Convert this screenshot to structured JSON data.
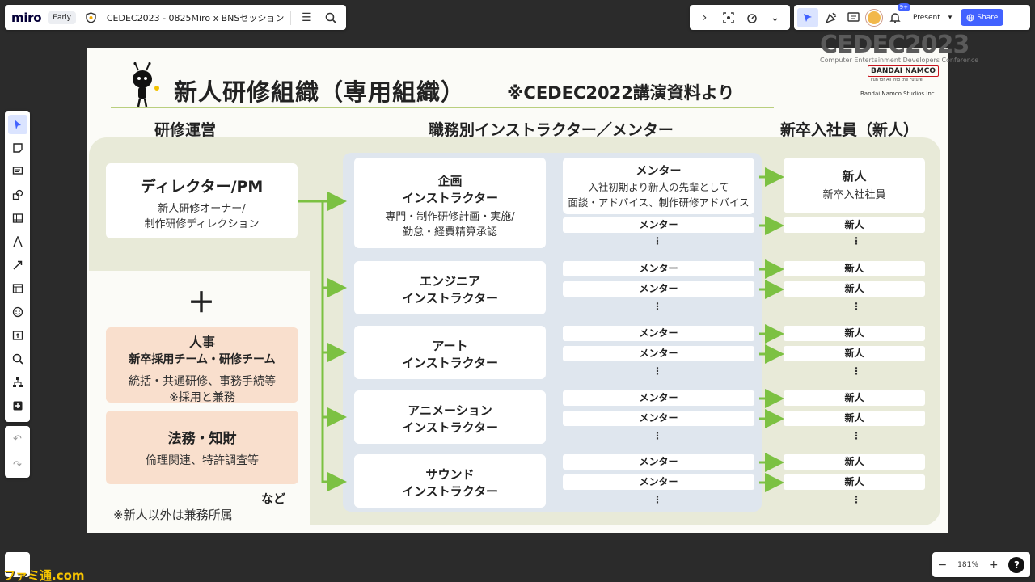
{
  "app": {
    "logo": "miro",
    "plan": "Early",
    "board_title": "CEDEC2023 - 0825Miro x BNSセッション"
  },
  "toolbar": {
    "notification_count": "9+",
    "present_label": "Present",
    "share_label": "Share"
  },
  "left_tools": [
    "select-icon",
    "sticky-note-icon",
    "comment-icon",
    "shapes-icon",
    "table-icon",
    "pen-icon",
    "connector-icon",
    "frame-icon",
    "emoji-icon",
    "upload-icon",
    "search-zoom-icon",
    "mindmap-icon",
    "more-apps-icon"
  ],
  "zoom": {
    "level": "181%",
    "minus": "−",
    "plus": "+",
    "help": "?"
  },
  "overlay": {
    "cedec_logo": "CEDEC2023",
    "cedec_sub": "Computer Entertainment Developers Conference",
    "watermark": "ファミ通.com"
  },
  "slide": {
    "title": "新人研修組織（専用組織）",
    "subtitle": "※CEDEC2022講演資料より",
    "brand": "BANDAI NAMCO",
    "brand_tagline": "Fun for All into the Future",
    "studio": "Bandai Namco Studios Inc.",
    "col_heads": {
      "left": "研修運営",
      "mid": "職務別インストラクター／メンター",
      "right": "新卒入社員（新人）"
    },
    "director": {
      "title": "ディレクター/PM",
      "line1": "新人研修オーナー/",
      "line2": "制作研修ディレクション"
    },
    "plus": "＋",
    "hr": {
      "title": "人事",
      "sub": "新卒採用チーム・研修チーム",
      "line1": "統括・共通研修、事務手続等",
      "line2": "※採用と兼務"
    },
    "legal": {
      "title": "法務・知財",
      "line1": "倫理関連、特許調査等"
    },
    "nado": "など",
    "footnote": "※新人以外は兼務所属",
    "planning": {
      "title1": "企画",
      "title2": "インストラクター",
      "line1": "専門・制作研修計画・実施/",
      "line2": "勤怠・経費精算承認"
    },
    "mentor_big": {
      "title": "メンター",
      "line1": "入社初期より新人の先輩として",
      "line2": "面談・アドバイス、制作研修アドバイス"
    },
    "newbie_big": {
      "title": "新人",
      "line1": "新卒入社社員"
    },
    "mentor": "メンター",
    "newbie": "新人",
    "dots": "⋮",
    "instructors": [
      {
        "line1": "エンジニア",
        "line2": "インストラクター"
      },
      {
        "line1": "アート",
        "line2": "インストラクター"
      },
      {
        "line1": "アニメーション",
        "line2": "インストラクター"
      },
      {
        "line1": "サウンド",
        "line2": "インストラクター"
      }
    ]
  }
}
